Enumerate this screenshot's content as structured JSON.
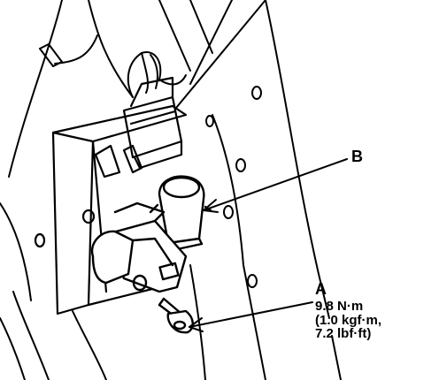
{
  "callouts": {
    "b": {
      "letter": "B"
    },
    "a": {
      "letter": "A",
      "torque_nm": "9.8 N·m",
      "torque_kgf": "(1.0 kgf·m,",
      "torque_lbf": "7.2 lbf·ft)"
    }
  },
  "colors": {
    "ink": "#000000",
    "paper": "#ffffff"
  }
}
